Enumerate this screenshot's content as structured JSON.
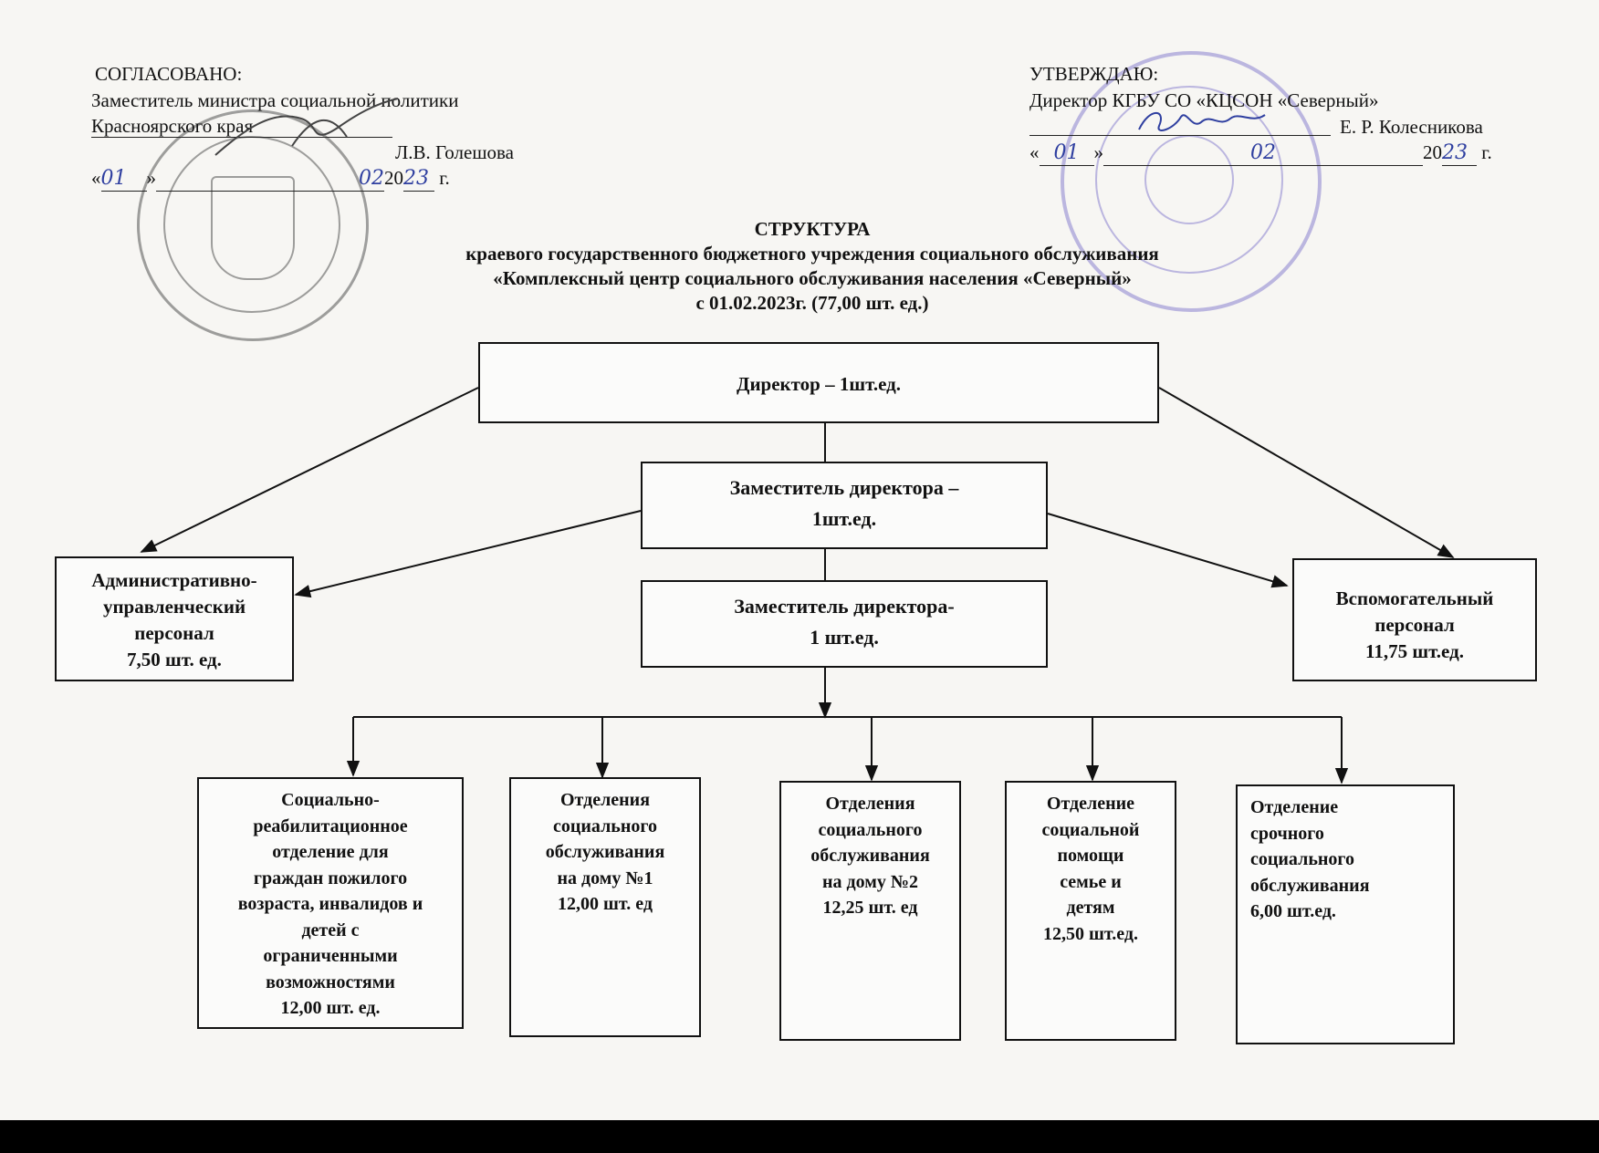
{
  "approval_left": {
    "heading": "СОГЛАСОВАНО:",
    "line1": "Заместитель министра социальной политики",
    "line2": "Красноярского края",
    "signer": "Л.В. Голешова",
    "date_open": "«",
    "date_day": "01",
    "date_close": "»",
    "date_month": "02",
    "date_year_prefix": "20",
    "date_year": "23",
    "date_suffix": "г."
  },
  "approval_right": {
    "heading": "УТВЕРЖДАЮ:",
    "line1": "Директор КГБУ СО «КЦСОН «Северный»",
    "signer": "Е. Р. Колесникова",
    "date_open": "«",
    "date_day": "01",
    "date_close": "»",
    "date_month": "02",
    "date_year_prefix": "20",
    "date_year": "23",
    "date_suffix": "г."
  },
  "title": {
    "line1": "СТРУКТУРА",
    "line2": "краевого государственного бюджетного учреждения социального обслуживания",
    "line3": "«Комплексный центр социального обслуживания населения «Северный»",
    "line4": "с 01.02.2023г. (77,00 шт. ед.)"
  },
  "boxes": {
    "director": "Директор – 1шт.ед.",
    "deputy1": "Заместитель директора –\n1шт.ед.",
    "deputy2": "Заместитель директора-\n1 шт.ед.",
    "admin": "Административно-\nуправленческий\nперсонал\n7,50 шт. ед.",
    "support": "Вспомогательный\nперсонал\n11,75 шт.ед.",
    "dept1": "Социально-\nреабилитационное\nотделение для\nграждан пожилого\nвозраста, инвалидов и\nдетей с\nограниченными\nвозможностями\n12,00 шт. ед.",
    "dept2": "Отделения\nсоциального\nобслуживания\nна дому №1\n12,00 шт. ед",
    "dept3": "Отделения\nсоциального\nобслуживания\nна дому №2\n12,25 шт. ед",
    "dept4": "Отделение\nсоциальной\nпомощи\nсемье и\nдетям\n12,50 шт.ед.",
    "dept5": "Отделение\nсрочного\nсоциального\nобслуживания\n6,00 шт.ед."
  },
  "colors": {
    "paper": "#f7f6f3",
    "ink": "#111111",
    "stamp_left": "#3a3a3a",
    "stamp_right": "#6b62b8",
    "pen": "#2f3fa0"
  }
}
